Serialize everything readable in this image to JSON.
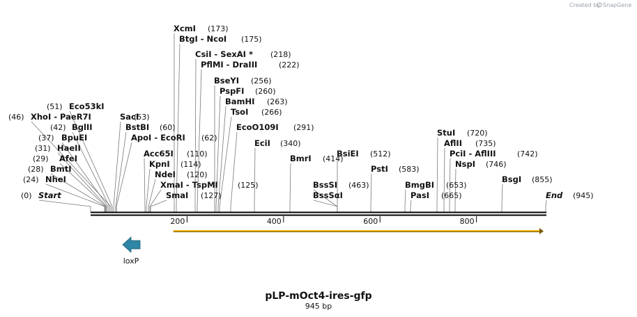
{
  "branding": {
    "prefix": "Created by",
    "name": "SnapGene"
  },
  "map": {
    "title": "pLP-mOct4-ires-gfp",
    "length_label": "945 bp",
    "length_bp": 945,
    "ticks": [
      200,
      400,
      600,
      800
    ],
    "features": [
      {
        "name": "loxP",
        "start": 1,
        "end": 34,
        "direction": "reverse",
        "color": "#2f86a6"
      },
      {
        "name": "",
        "start": 176,
        "end": 945,
        "direction": "forward",
        "color": "#f0b400"
      }
    ],
    "sites": [
      {
        "name": "Start",
        "pos": "(0)",
        "bp": 0
      },
      {
        "name": "NheI",
        "pos": "(24)",
        "bp": 24
      },
      {
        "name": "BmtI",
        "pos": "(28)",
        "bp": 28
      },
      {
        "name": "AfeI",
        "pos": "(29)",
        "bp": 29
      },
      {
        "name": "HaeII",
        "pos": "(31)",
        "bp": 31
      },
      {
        "name": "BpuEI",
        "pos": "(37)",
        "bp": 37
      },
      {
        "name": "BglII",
        "pos": "(42)",
        "bp": 42
      },
      {
        "name": "XhoI  -  PaeR7I",
        "pos": "(46)",
        "bp": 46
      },
      {
        "name": "Eco53kI",
        "pos": "(51)",
        "bp": 51
      },
      {
        "name": "SacI",
        "pos": "(53)",
        "bp": 53
      },
      {
        "name": "BstBI",
        "pos": "(60)",
        "bp": 60
      },
      {
        "name": "ApoI  -  EcoRI",
        "pos": "(62)",
        "bp": 62
      },
      {
        "name": "Acc65I",
        "pos": "(110)",
        "bp": 110
      },
      {
        "name": "KpnI",
        "pos": "(114)",
        "bp": 114
      },
      {
        "name": "NdeI",
        "pos": "(120)",
        "bp": 120
      },
      {
        "name": "XmaI  -  TspMI",
        "pos": "(125)",
        "bp": 125
      },
      {
        "name": "SmaI",
        "pos": "(127)",
        "bp": 127
      },
      {
        "name": "XcmI",
        "pos": "(173)",
        "bp": 173
      },
      {
        "name": "BtgI  -  NcoI",
        "pos": "(175)",
        "bp": 175
      },
      {
        "name": "CsiI  -  SexAI *",
        "pos": "(218)",
        "bp": 218
      },
      {
        "name": "PflMI  -  DraIII",
        "pos": "(222)",
        "bp": 222
      },
      {
        "name": "BseYI",
        "pos": "(256)",
        "bp": 256
      },
      {
        "name": "PspFI",
        "pos": "(260)",
        "bp": 260
      },
      {
        "name": "BamHI",
        "pos": "(263)",
        "bp": 263
      },
      {
        "name": "TsoI",
        "pos": "(266)",
        "bp": 266
      },
      {
        "name": "EcoO109I",
        "pos": "(291)",
        "bp": 291
      },
      {
        "name": "EciI",
        "pos": "(340)",
        "bp": 340
      },
      {
        "name": "BmrI",
        "pos": "(414)",
        "bp": 414
      },
      {
        "name": "BssSI",
        "pos": "(463)",
        "bp": 463
      },
      {
        "name": "BssSαI",
        "pos": "",
        "bp": 463
      },
      {
        "name": "BsiEI",
        "pos": "(512)",
        "bp": 512
      },
      {
        "name": "PstI",
        "pos": "(583)",
        "bp": 583
      },
      {
        "name": "BmgBI",
        "pos": "(653)",
        "bp": 653
      },
      {
        "name": "PasI",
        "pos": "(665)",
        "bp": 665
      },
      {
        "name": "StuI",
        "pos": "(720)",
        "bp": 720
      },
      {
        "name": "AflII",
        "pos": "(735)",
        "bp": 735
      },
      {
        "name": "PciI  -  AflIII",
        "pos": "(742)",
        "bp": 742
      },
      {
        "name": "NspI",
        "pos": "(746)",
        "bp": 746
      },
      {
        "name": "BsgI",
        "pos": "(855)",
        "bp": 855
      },
      {
        "name": "End",
        "pos": "(945)",
        "bp": 945
      }
    ]
  }
}
